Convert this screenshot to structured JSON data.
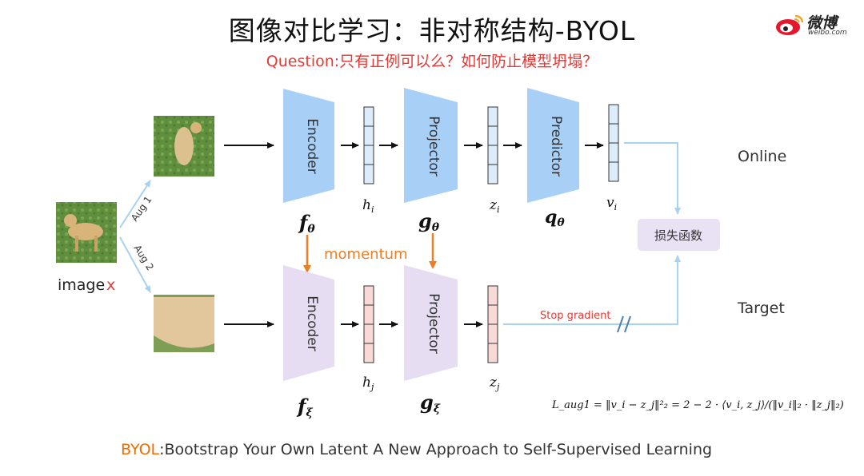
{
  "title": "图像对比学习：非对称结构-BYOL",
  "question": "Question:只有正例可以么？如何防止模型坍塌？",
  "logo": {
    "text": "微博",
    "sub": "weibo.com"
  },
  "input": {
    "label": "image",
    "var": "x"
  },
  "augs": {
    "aug1": "Aug 1",
    "aug2": "Aug 2"
  },
  "online": {
    "row_label": "Online",
    "encoder": "Encoder",
    "projector": "Projector",
    "predictor": "Predictor",
    "h": "h",
    "h_sub": "i",
    "z": "z",
    "z_sub": "i",
    "v": "v",
    "v_sub": "i",
    "f": "f",
    "f_sub": "θ",
    "g": "g",
    "g_sub": "θ",
    "q": "q",
    "q_sub": "θ"
  },
  "target": {
    "row_label": "Target",
    "encoder": "Encoder",
    "projector": "Projector",
    "h": "h",
    "h_sub": "j",
    "z": "z",
    "z_sub": "j",
    "f": "f",
    "f_sub": "ξ",
    "g": "g",
    "g_sub": "ξ"
  },
  "momentum": "momentum",
  "stop_gradient": "Stop gradient",
  "loss_box": "损失函数",
  "formula": "L_aug1 = ‖v_i − z_j‖²₂ = 2 − 2 · ⟨v_i, z_j⟩/(‖v_i‖₂ · ‖z_j‖₂)",
  "bottom": {
    "highlight": "BYOL",
    "text": ":Bootstrap Your Own Latent A New Approach to Self-Supervised Learning"
  },
  "colors": {
    "online_block": "#a8d0f7",
    "target_block": "#e6ddf3",
    "online_vec": "#dcecfb",
    "target_vec": "#f9d9d6",
    "aug_arrow": "#a9d1f0",
    "momentum": "#ef7d22",
    "stop_gradient_text": "#e53935",
    "loss_box": "#e9e2f4"
  }
}
